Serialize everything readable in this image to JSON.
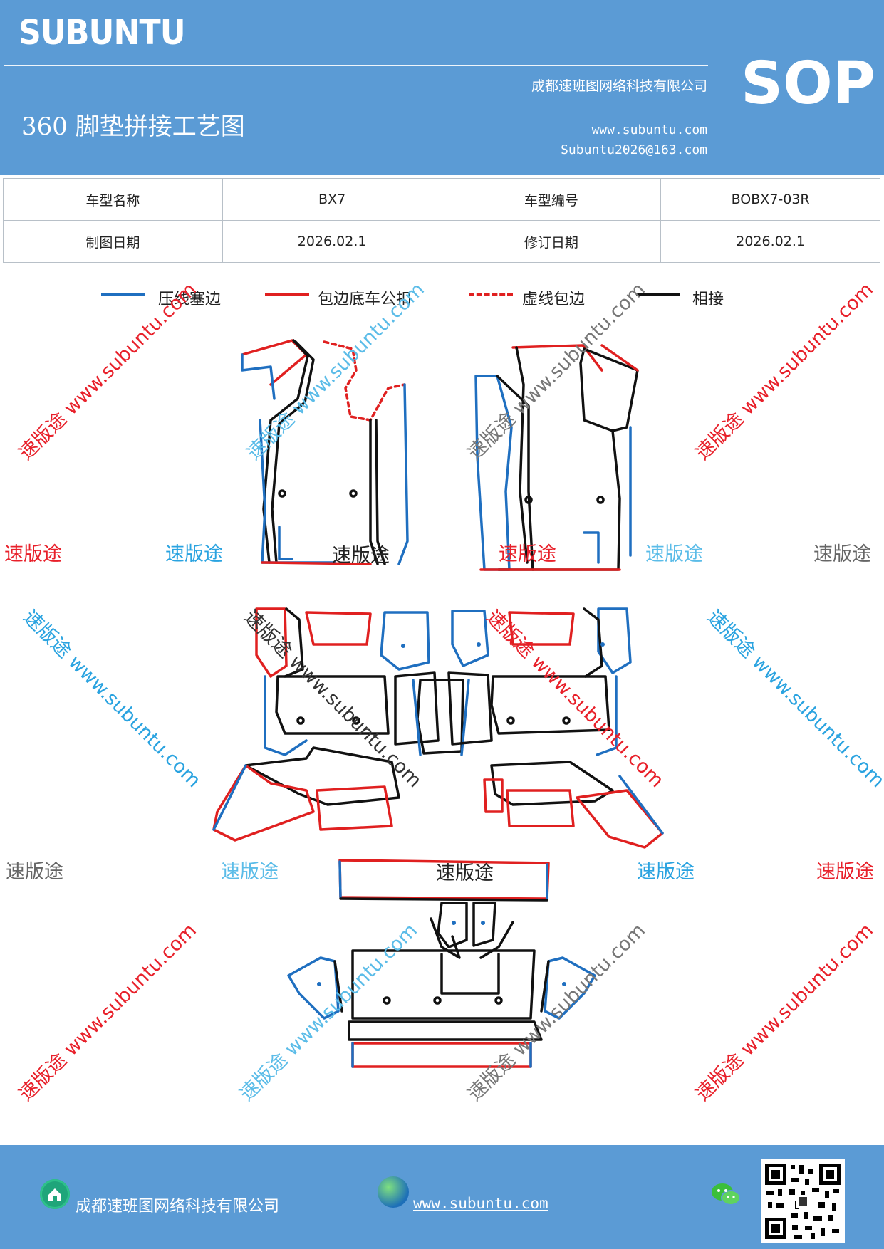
{
  "header": {
    "logo": "SUBUNTU",
    "company": "成都速班图网络科技有限公司",
    "title": "360 脚垫拼接工艺图",
    "website": "www.subuntu.com",
    "email": "Subuntu2026@163.com",
    "badge": "SOP"
  },
  "info": {
    "model_name_label": "车型名称",
    "model_name_value": "BX7",
    "model_code_label": "车型编号",
    "model_code_value": "BOBX7-03R",
    "draw_date_label": "制图日期",
    "draw_date_value": "2026.02.1",
    "revise_date_label": "修订日期",
    "revise_date_value": "2026.02.1"
  },
  "legend": [
    {
      "label": "压线塞边",
      "color": "#1f6fc0",
      "style": "solid"
    },
    {
      "label": "包边底车公扣",
      "color": "#e02020",
      "style": "solid"
    },
    {
      "label": "虚线包边",
      "color": "#e02020",
      "style": "dashed"
    },
    {
      "label": "相接",
      "color": "#111111",
      "style": "solid"
    }
  ],
  "watermark": {
    "brand": "速版途",
    "diag_text": "速版途 www.subuntu.com",
    "site": "www.subuntu.com",
    "colors": [
      "#e8202a",
      "#2aa3e0",
      "#4a4a4a",
      "#8fd0f2",
      "#7a7a7a"
    ]
  },
  "footer": {
    "company": "成都速班图网络科技有限公司",
    "website": "www.subuntu.com",
    "home_icon": "home-icon",
    "globe_icon": "globe-icon",
    "wechat_icon": "wechat-icon"
  }
}
